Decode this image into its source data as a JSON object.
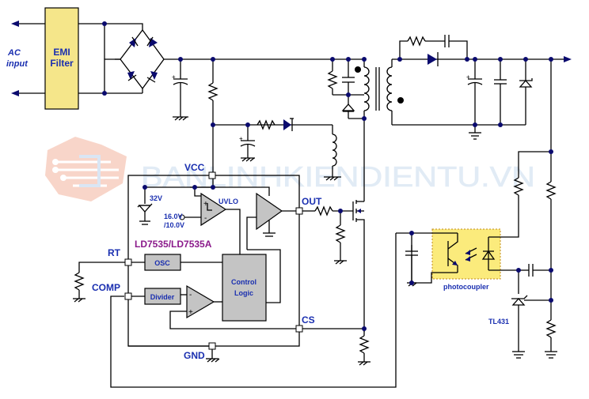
{
  "labels": {
    "ac_input_line1": "AC",
    "ac_input_line2": "input",
    "emi_line1": "EMI",
    "emi_line2": "Filter",
    "vcc": "VCC",
    "v32": "32V",
    "uvlo": "UVLO",
    "uvlo_thr1": "16.0V",
    "uvlo_thr2": "/10.0V",
    "out": "OUT",
    "chip_name": "LD7535/LD7535A",
    "rt": "RT",
    "osc": "OSC",
    "comp": "COMP",
    "divider": "Divider",
    "control_line1": "Control",
    "control_line2": "Logic",
    "cs": "CS",
    "gnd": "GND",
    "photocoupler": "photocoupler",
    "tl431": "TL431",
    "watermark": "BANLINHKIENDIENTU.VN"
  },
  "colors": {
    "emi_fill": "#f5e68a",
    "photocoupler_fill": "#fbeb7c",
    "block_gray": "#c4c4c4",
    "label_blue": "#1a2fb0",
    "chip_name": "#8b1a8b",
    "dot_navy": "#0a0a6e",
    "watermark": "#c9dcee"
  },
  "icons": {
    "watermark_logo": "circuit-logo-icon"
  }
}
